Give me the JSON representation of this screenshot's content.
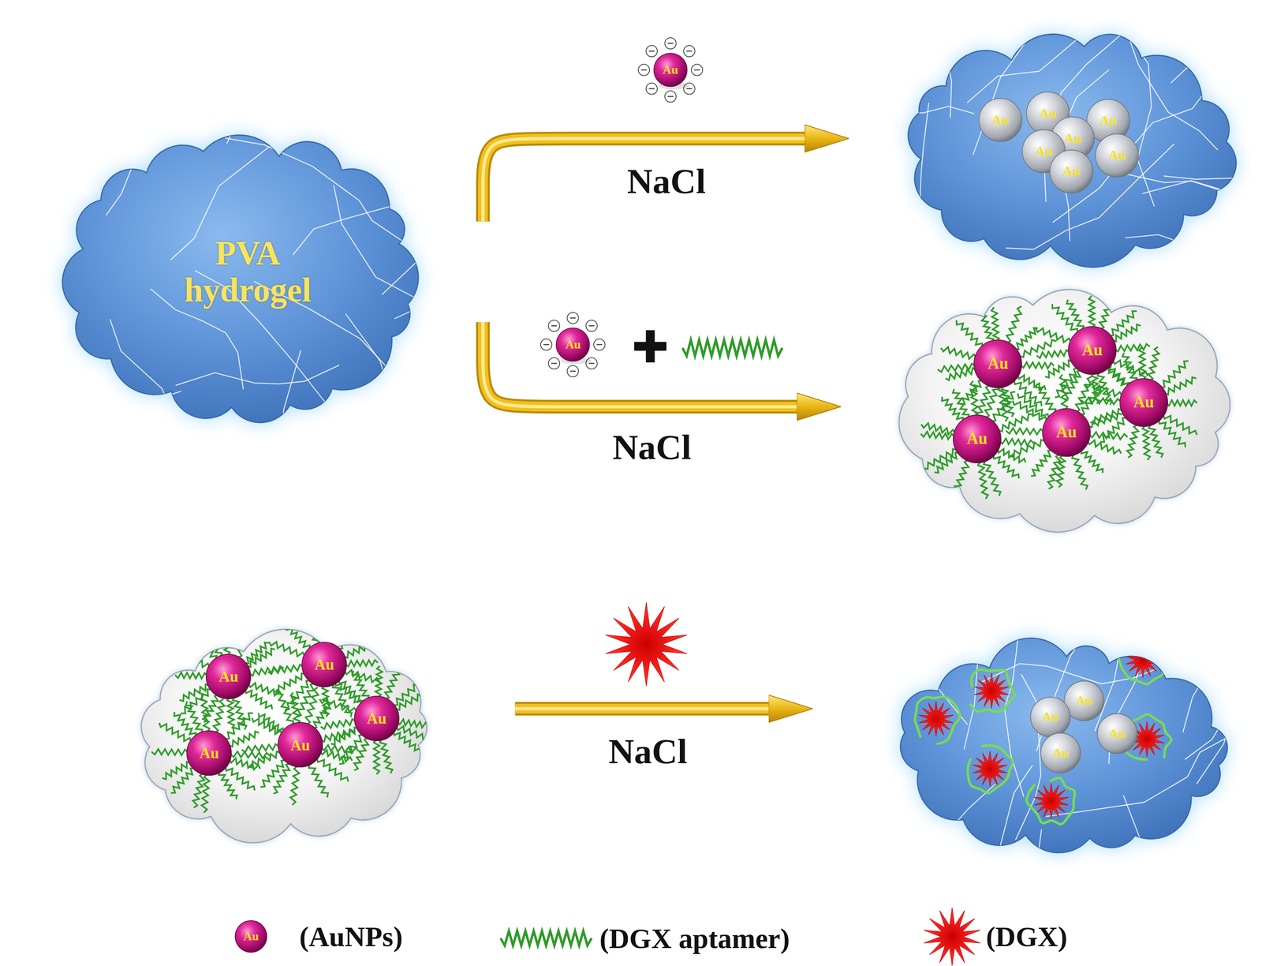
{
  "diagram": {
    "nodes": [
      {
        "text": [
          "PVA hydrogel"
        ]
      },
      {
        "text": [
          "Au"
        ]
      },
      {
        "text": []
      },
      {
        "text": [
          "Au"
        ],
        "in": 2
      },
      {
        "text": [
          "Au"
        ],
        "in": 2
      },
      {
        "text": [
          "Au"
        ],
        "in": 2
      },
      {
        "text": [
          "Au"
        ],
        "in": 2
      },
      {
        "text": [
          "Au"
        ],
        "in": 2
      },
      {
        "text": [
          "Au"
        ],
        "in": 2
      },
      {
        "text": [
          "Au"
        ],
        "in": 2
      },
      {
        "text": [
          "Au"
        ]
      },
      {
        "text": []
      },
      {
        "text": [
          "Au"
        ],
        "in": 11
      },
      {
        "text": [
          "Au"
        ],
        "in": 11
      },
      {
        "text": [
          "Au"
        ],
        "in": 11
      },
      {
        "text": [
          "Au"
        ],
        "in": 11
      },
      {
        "text": [
          "Au"
        ],
        "in": 11
      },
      {
        "text": []
      },
      {
        "text": [
          "Au"
        ],
        "in": 17
      },
      {
        "text": [
          "Au"
        ],
        "in": 17
      },
      {
        "text": [
          "Au"
        ],
        "in": 17
      },
      {
        "text": [
          "Au"
        ],
        "in": 17
      },
      {
        "text": [
          "Au"
        ],
        "in": 17
      },
      {
        "text": []
      },
      {
        "text": [
          "Au"
        ],
        "in": 23
      },
      {
        "text": [
          "Au"
        ],
        "in": 23
      },
      {
        "text": [
          "Au"
        ],
        "in": 23
      },
      {
        "text": [
          "Au"
        ],
        "in": 23
      },
      {
        "text": [
          "Au"
        ]
      }
    ],
    "edges": [
      {
        "from": 0,
        "to": 2,
        "label": "NaCl",
        "arrow": "to"
      },
      {
        "from": 0,
        "to": 11,
        "label": "NaCl",
        "arrow": "to"
      },
      {
        "from": 17,
        "to": 23,
        "label": "NaCl",
        "arrow": "to"
      }
    ],
    "legend": [
      {
        "text": "(AuNPs)"
      },
      {
        "text": "(DGX aptamer)"
      },
      {
        "text": "(DGX)"
      }
    ]
  }
}
